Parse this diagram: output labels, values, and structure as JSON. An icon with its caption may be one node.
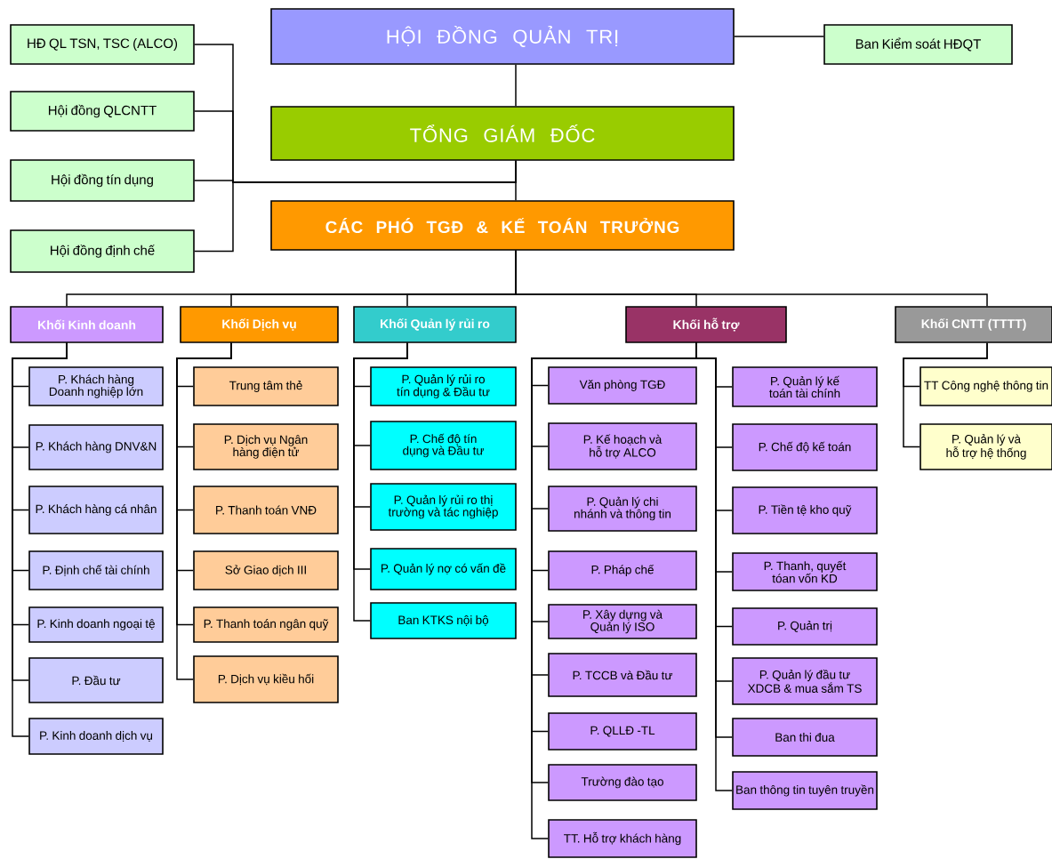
{
  "diagram": {
    "nodes": [
      {
        "text": [
          "HỘI ĐỒNG QUẢN TRỊ"
        ]
      },
      {
        "text": [
          "TỔNG GIÁM ĐỐC"
        ]
      },
      {
        "text": [
          "CÁC PHÓ TGĐ & KẾ TOÁN TRƯỞNG"
        ]
      },
      {
        "text": [
          "HĐ QL TSN, TSC (ALCO)"
        ]
      },
      {
        "text": [
          "Hội đồng QLCNTT"
        ]
      },
      {
        "text": [
          "Hội đồng tín dụng"
        ]
      },
      {
        "text": [
          "Hội đồng định chế"
        ]
      },
      {
        "text": [
          "Ban Kiểm soát HĐQT"
        ]
      },
      {
        "text": [
          "Khối Kinh doanh"
        ]
      },
      {
        "text": [
          "Khối Dịch vụ"
        ]
      },
      {
        "text": [
          "Khối Quản lý rủi ro"
        ]
      },
      {
        "text": [
          "Khối hỗ trợ"
        ]
      },
      {
        "text": [
          "Khối CNTT (TTTT)"
        ]
      },
      {
        "text": [
          "P. Khách hàng Doanh nghiệp lớn"
        ]
      },
      {
        "text": [
          "P. Khách hàng DNV&N"
        ]
      },
      {
        "text": [
          "P. Khách hàng cá nhân"
        ]
      },
      {
        "text": [
          "P. Định chế tài chính"
        ]
      },
      {
        "text": [
          "P. Kinh doanh ngoại tệ"
        ]
      },
      {
        "text": [
          "P. Đầu tư"
        ]
      },
      {
        "text": [
          "P. Kinh doanh dịch vụ"
        ]
      },
      {
        "text": [
          "Trung tâm thẻ"
        ]
      },
      {
        "text": [
          "P. Dịch vụ Ngân hàng điện tử"
        ]
      },
      {
        "text": [
          "P. Thanh toán VNĐ"
        ]
      },
      {
        "text": [
          "Sở Giao dịch III"
        ]
      },
      {
        "text": [
          "P. Thanh toán ngân quỹ"
        ]
      },
      {
        "text": [
          "P. Dịch vụ kiều hối"
        ]
      },
      {
        "text": [
          "P. Quản lý rủi ro tín dụng & Đầu tư"
        ]
      },
      {
        "text": [
          "P. Chế độ tín dụng và Đầu tư"
        ]
      },
      {
        "text": [
          "P. Quản lý rủi ro thị trường và tác nghiệp"
        ]
      },
      {
        "text": [
          "P. Quản lý nợ có vấn đề"
        ]
      },
      {
        "text": [
          "Ban KTKS nội bộ"
        ]
      },
      {
        "text": [
          "Văn phòng TGĐ"
        ]
      },
      {
        "text": [
          "P. Kế hoạch và hỗ trợ ALCO"
        ]
      },
      {
        "text": [
          "P. Quản lý chi nhánh và thông tin"
        ]
      },
      {
        "text": [
          "P. Pháp chế"
        ]
      },
      {
        "text": [
          "P. Xây dựng và Quản lý ISO"
        ]
      },
      {
        "text": [
          "P. TCCB và Đầu tư"
        ]
      },
      {
        "text": [
          "P. QLLĐ -TL"
        ]
      },
      {
        "text": [
          "Trường đào tạo"
        ]
      },
      {
        "text": [
          "TT. Hỗ trợ khách hàng"
        ]
      },
      {
        "text": [
          "P. Quản lý kế toán tài chính"
        ]
      },
      {
        "text": [
          "P. Chế độ kế toán"
        ]
      },
      {
        "text": [
          "P. Tiền tệ kho quỹ"
        ]
      },
      {
        "text": [
          "P. Thanh, quyết tóan vốn KD"
        ]
      },
      {
        "text": [
          "P. Quản trị"
        ]
      },
      {
        "text": [
          "P. Quản lý đầu tư XDCB & mua sắm TS"
        ]
      },
      {
        "text": [
          "Ban thi đua"
        ]
      },
      {
        "text": [
          "Ban thông tin tuyên truyền"
        ]
      },
      {
        "text": [
          "TT Công nghệ thông tin"
        ]
      },
      {
        "text": [
          "P. Quản lý và hỗ trợ hệ thống"
        ]
      }
    ],
    "edges": [
      {
        "from": 0,
        "to": 7,
        "arrow": "none"
      },
      {
        "from": 0,
        "to": 1,
        "arrow": "none"
      },
      {
        "from": 1,
        "to": 2,
        "arrow": "none"
      },
      {
        "from": 1,
        "to": 3,
        "arrow": "none"
      },
      {
        "from": 1,
        "to": 4,
        "arrow": "none"
      },
      {
        "from": 1,
        "to": 5,
        "arrow": "none"
      },
      {
        "from": 1,
        "to": 6,
        "arrow": "none"
      },
      {
        "from": 2,
        "to": 8,
        "arrow": "none"
      },
      {
        "from": 2,
        "to": 9,
        "arrow": "none"
      },
      {
        "from": 2,
        "to": 10,
        "arrow": "none"
      },
      {
        "from": 2,
        "to": 11,
        "arrow": "none"
      },
      {
        "from": 2,
        "to": 12,
        "arrow": "none"
      },
      {
        "from": 8,
        "to": 13,
        "arrow": "none"
      },
      {
        "from": 8,
        "to": 14,
        "arrow": "none"
      },
      {
        "from": 8,
        "to": 15,
        "arrow": "none"
      },
      {
        "from": 8,
        "to": 16,
        "arrow": "none"
      },
      {
        "from": 8,
        "to": 17,
        "arrow": "none"
      },
      {
        "from": 8,
        "to": 18,
        "arrow": "none"
      },
      {
        "from": 8,
        "to": 19,
        "arrow": "none"
      },
      {
        "from": 9,
        "to": 20,
        "arrow": "none"
      },
      {
        "from": 9,
        "to": 21,
        "arrow": "none"
      },
      {
        "from": 9,
        "to": 22,
        "arrow": "none"
      },
      {
        "from": 9,
        "to": 23,
        "arrow": "none"
      },
      {
        "from": 9,
        "to": 24,
        "arrow": "none"
      },
      {
        "from": 9,
        "to": 25,
        "arrow": "none"
      },
      {
        "from": 10,
        "to": 26,
        "arrow": "none"
      },
      {
        "from": 10,
        "to": 27,
        "arrow": "none"
      },
      {
        "from": 10,
        "to": 28,
        "arrow": "none"
      },
      {
        "from": 10,
        "to": 29,
        "arrow": "none"
      },
      {
        "from": 10,
        "to": 30,
        "arrow": "none"
      },
      {
        "from": 11,
        "to": 31,
        "arrow": "none"
      },
      {
        "from": 11,
        "to": 32,
        "arrow": "none"
      },
      {
        "from": 11,
        "to": 33,
        "arrow": "none"
      },
      {
        "from": 11,
        "to": 34,
        "arrow": "none"
      },
      {
        "from": 11,
        "to": 35,
        "arrow": "none"
      },
      {
        "from": 11,
        "to": 36,
        "arrow": "none"
      },
      {
        "from": 11,
        "to": 37,
        "arrow": "none"
      },
      {
        "from": 11,
        "to": 38,
        "arrow": "none"
      },
      {
        "from": 11,
        "to": 39,
        "arrow": "none"
      },
      {
        "from": 11,
        "to": 40,
        "arrow": "none"
      },
      {
        "from": 11,
        "to": 41,
        "arrow": "none"
      },
      {
        "from": 11,
        "to": 42,
        "arrow": "none"
      },
      {
        "from": 11,
        "to": 43,
        "arrow": "none"
      },
      {
        "from": 11,
        "to": 44,
        "arrow": "none"
      },
      {
        "from": 11,
        "to": 45,
        "arrow": "none"
      },
      {
        "from": 11,
        "to": 46,
        "arrow": "none"
      },
      {
        "from": 11,
        "to": 47,
        "arrow": "none"
      },
      {
        "from": 12,
        "to": 48,
        "arrow": "none"
      },
      {
        "from": 12,
        "to": 49,
        "arrow": "none"
      }
    ]
  }
}
